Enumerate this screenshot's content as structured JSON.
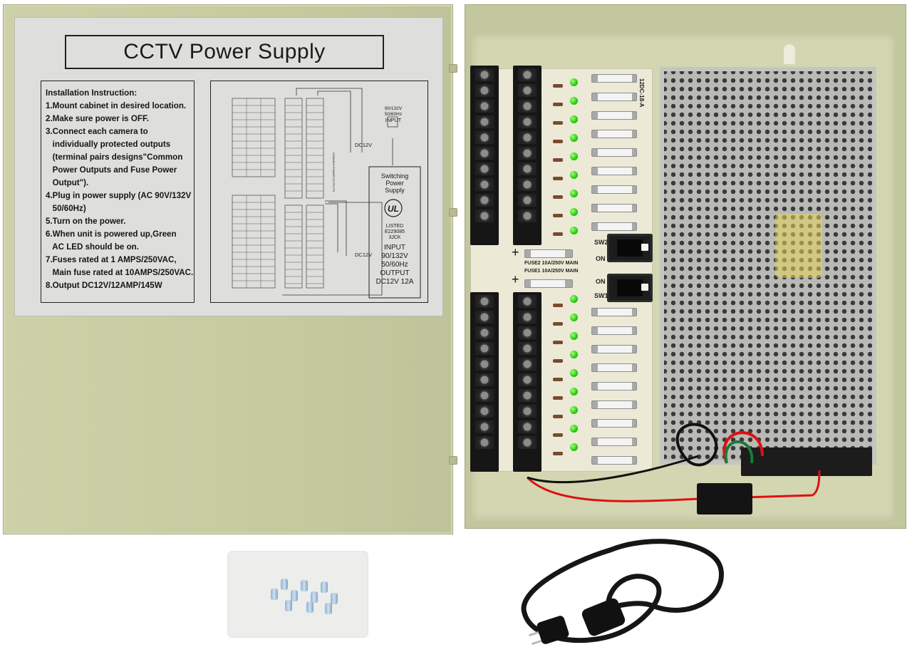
{
  "label": {
    "title": "CCTV Power Supply",
    "instructions_heading": "Installation Instruction:",
    "instructions": [
      "1.Mount cabinet in desired location.",
      "2.Make sure power is OFF.",
      "3.Connect each camera to",
      "   individually protected outputs",
      "   (terminal pairs designs\"Common",
      "   Power Outputs and Fuse Power",
      "   Output\").",
      "4.Plug in power supply (AC 90V/132V",
      "   50/60Hz)",
      "5.Turn on the power.",
      "6.When unit is powered up,Green",
      "   AC LED should be on.",
      "7.Fuses rated at 1 AMPS/250VAC,",
      "   Main fuse rated at 10AMPS/250VAC.",
      "8.Output DC12V/12AMP/145W"
    ],
    "diagram": {
      "input_label": [
        "90/132V",
        "50/60Hz",
        "INPUT"
      ],
      "psu_label": [
        "Switching",
        "Power",
        "Supply"
      ],
      "ul_mark": "UL",
      "listing": [
        "LISTED",
        "E229085",
        "3JCK"
      ],
      "psu_specs": [
        "INPUT",
        "90/132V",
        "50/60Hz",
        "OUTPUT",
        "DC12V 12A"
      ],
      "output_label_top": "DC12V",
      "output_label_bottom": "DC12V",
      "common_outputs_label": "COMMON POWER OUTPUTS"
    }
  },
  "board": {
    "switch_labels": [
      "SW2",
      "SW1"
    ],
    "on_labels": [
      "ON",
      "ON"
    ],
    "main_fuse_labels": [
      "FUSE2 10A/250V MAIN",
      "FUSE1 10A/250V MAIN"
    ],
    "model_text": "12DC-18-A"
  },
  "colors": {
    "cabinet": "#c6ca9f",
    "label_sheet": "#dedfdc",
    "led_green": "#18c000",
    "terminal_black": "#161616"
  }
}
